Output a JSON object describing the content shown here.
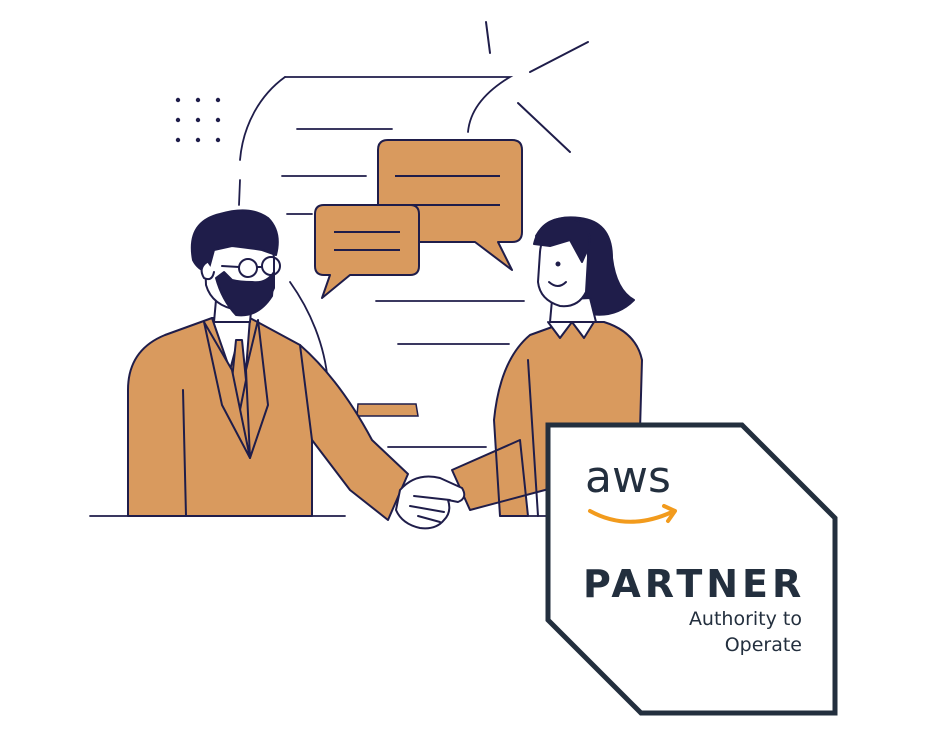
{
  "badge": {
    "logo_text": "aws",
    "title": "PARTNER",
    "subtitle_line1": "Authority to",
    "subtitle_line2": "Operate"
  },
  "colors": {
    "accent": "#d99a5e",
    "ink": "#1f1d4a",
    "badge_border": "#232f3e",
    "smile_orange": "#f29b1d",
    "background": "#ffffff"
  },
  "illustration": {
    "icons": [
      "speech-bubble-icon",
      "speech-bubble-icon",
      "sparkle-lines-icon",
      "dot-grid-icon",
      "handshake-icon"
    ]
  }
}
